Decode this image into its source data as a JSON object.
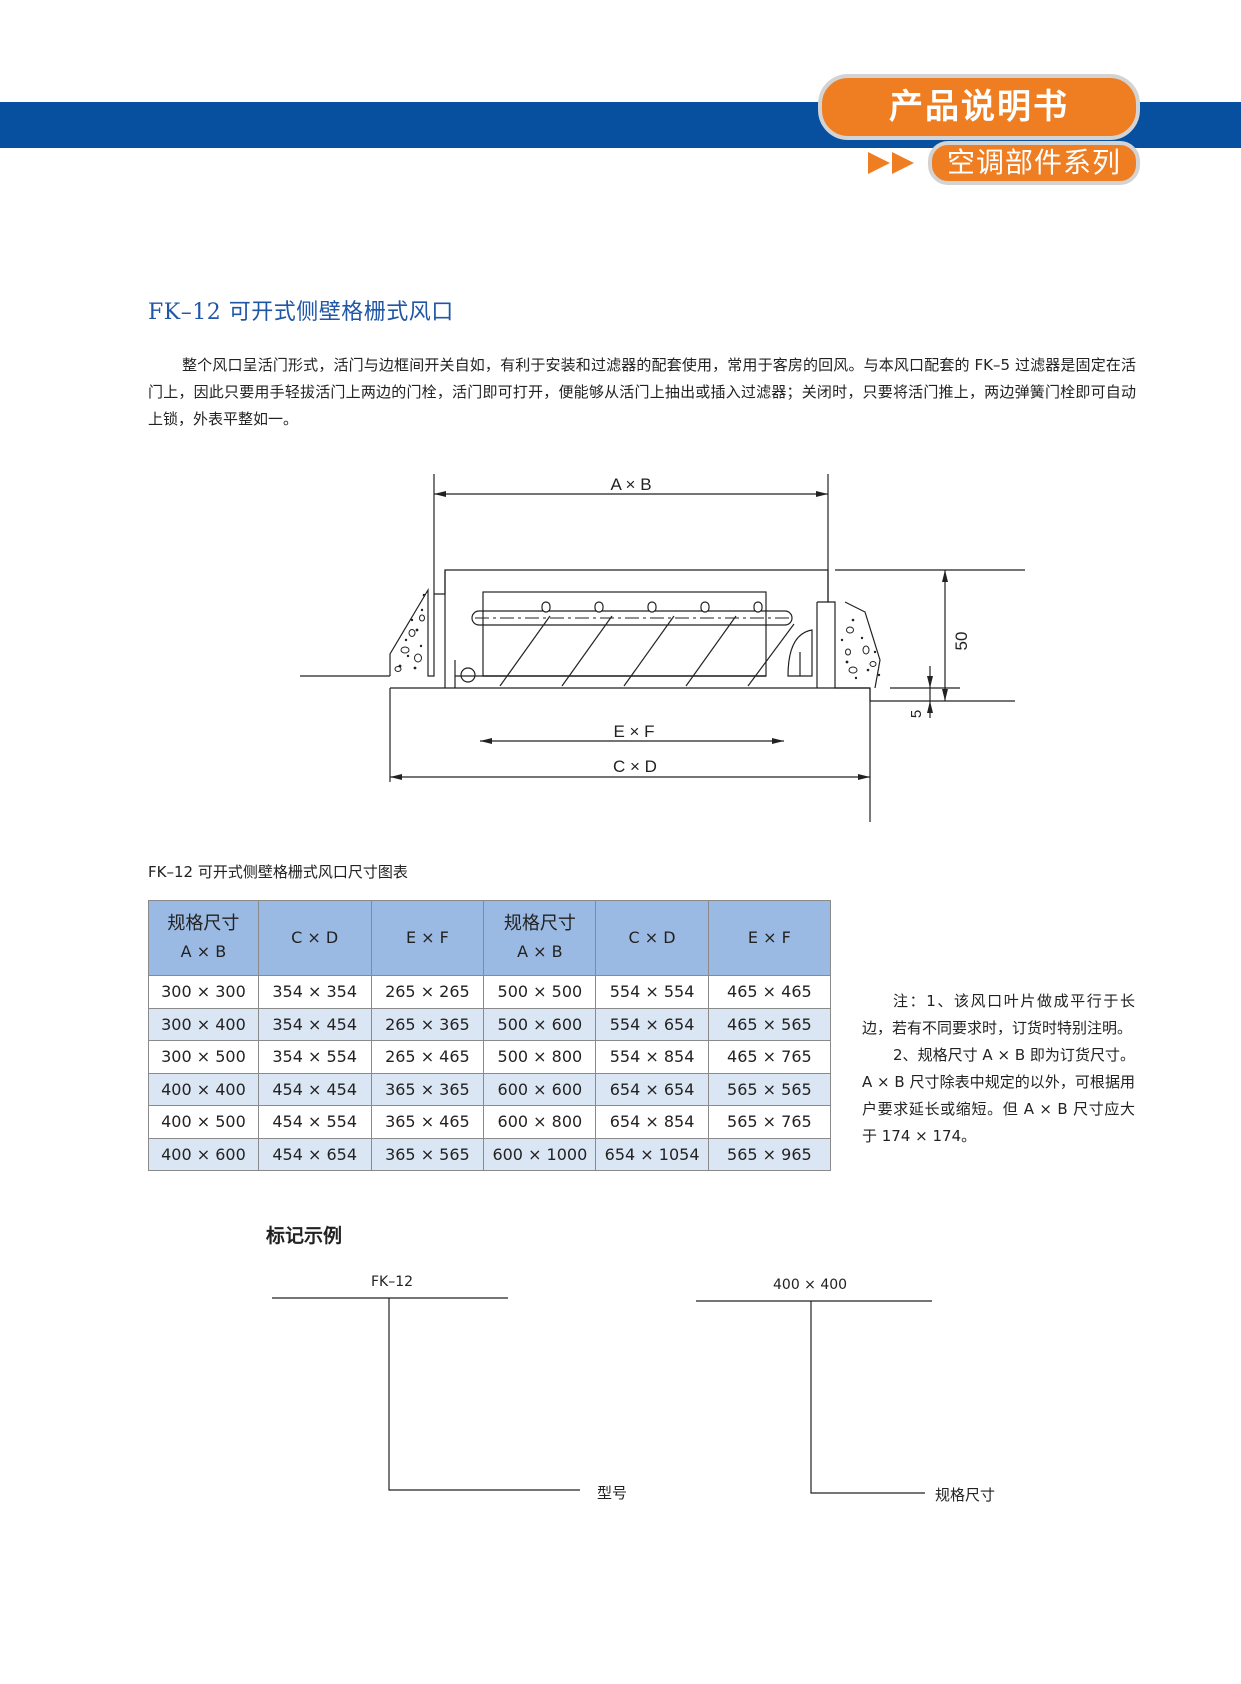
{
  "header": {
    "title": "产品说明书",
    "subtitle": "空调部件系列",
    "colors": {
      "band": "#0750a0",
      "accent": "#ef7e22",
      "table_header": "#9bbae3",
      "row_alt": "#dbe6f4",
      "title": "#1f56a6"
    }
  },
  "product": {
    "title": "FK–12 可开式侧壁格栅式风口",
    "intro": "整个风口呈活门形式，活门与边框间开关自如，有利于安装和过滤器的配套使用，常用于客房的回风。与本风口配套的 FK–5 过滤器是固定在活门上，因此只要用手轻拔活门上两边的门栓，活门即可打开，便能够从活门上抽出或插入过滤器；关闭时，只要将活门推上，两边弹簧门栓即可自动上锁，外表平整如一。"
  },
  "drawing": {
    "dim_axb": "A × B",
    "dim_exf": "E × F",
    "dim_cxd": "C × D",
    "dim_50": "50",
    "dim_5": "5"
  },
  "table": {
    "caption": "FK–12 可开式侧壁格栅式风口尺寸图表",
    "headers": {
      "spec_top": "规格尺寸",
      "spec_bottom": "A × B",
      "cxd": "C × D",
      "exf": "E × F"
    },
    "rows": [
      [
        "300 × 300",
        "354 × 354",
        "265 × 265",
        "500 × 500",
        "554 × 554",
        "465 × 465"
      ],
      [
        "300 × 400",
        "354 × 454",
        "265 × 365",
        "500 × 600",
        "554 × 654",
        "465 × 565"
      ],
      [
        "300 × 500",
        "354 × 554",
        "265 × 465",
        "500 × 800",
        "554 × 854",
        "465 × 765"
      ],
      [
        "400 × 400",
        "454 × 454",
        "365 × 365",
        "600 × 600",
        "654 × 654",
        "565 × 565"
      ],
      [
        "400 × 500",
        "454 × 554",
        "365 × 465",
        "600 × 800",
        "654 × 854",
        "565 × 765"
      ],
      [
        "400 × 600",
        "454 × 654",
        "365 × 565",
        "600 × 1000",
        "654 × 1054",
        "565 × 965"
      ]
    ]
  },
  "notes": {
    "note1": "注：1、该风口叶片做成平行于长边，若有不同要求时，订货时特别注明。",
    "note2": "2、规格尺寸 A × B 即为订货尺寸。A × B 尺寸除表中规定的以外，可根据用户要求延长或缩短。但 A × B 尺寸应大于 174 × 174。"
  },
  "marking": {
    "title": "标记示例",
    "model_code": "FK–12",
    "model_label": "型号",
    "size_code": "400 × 400",
    "size_label": "规格尺寸"
  }
}
